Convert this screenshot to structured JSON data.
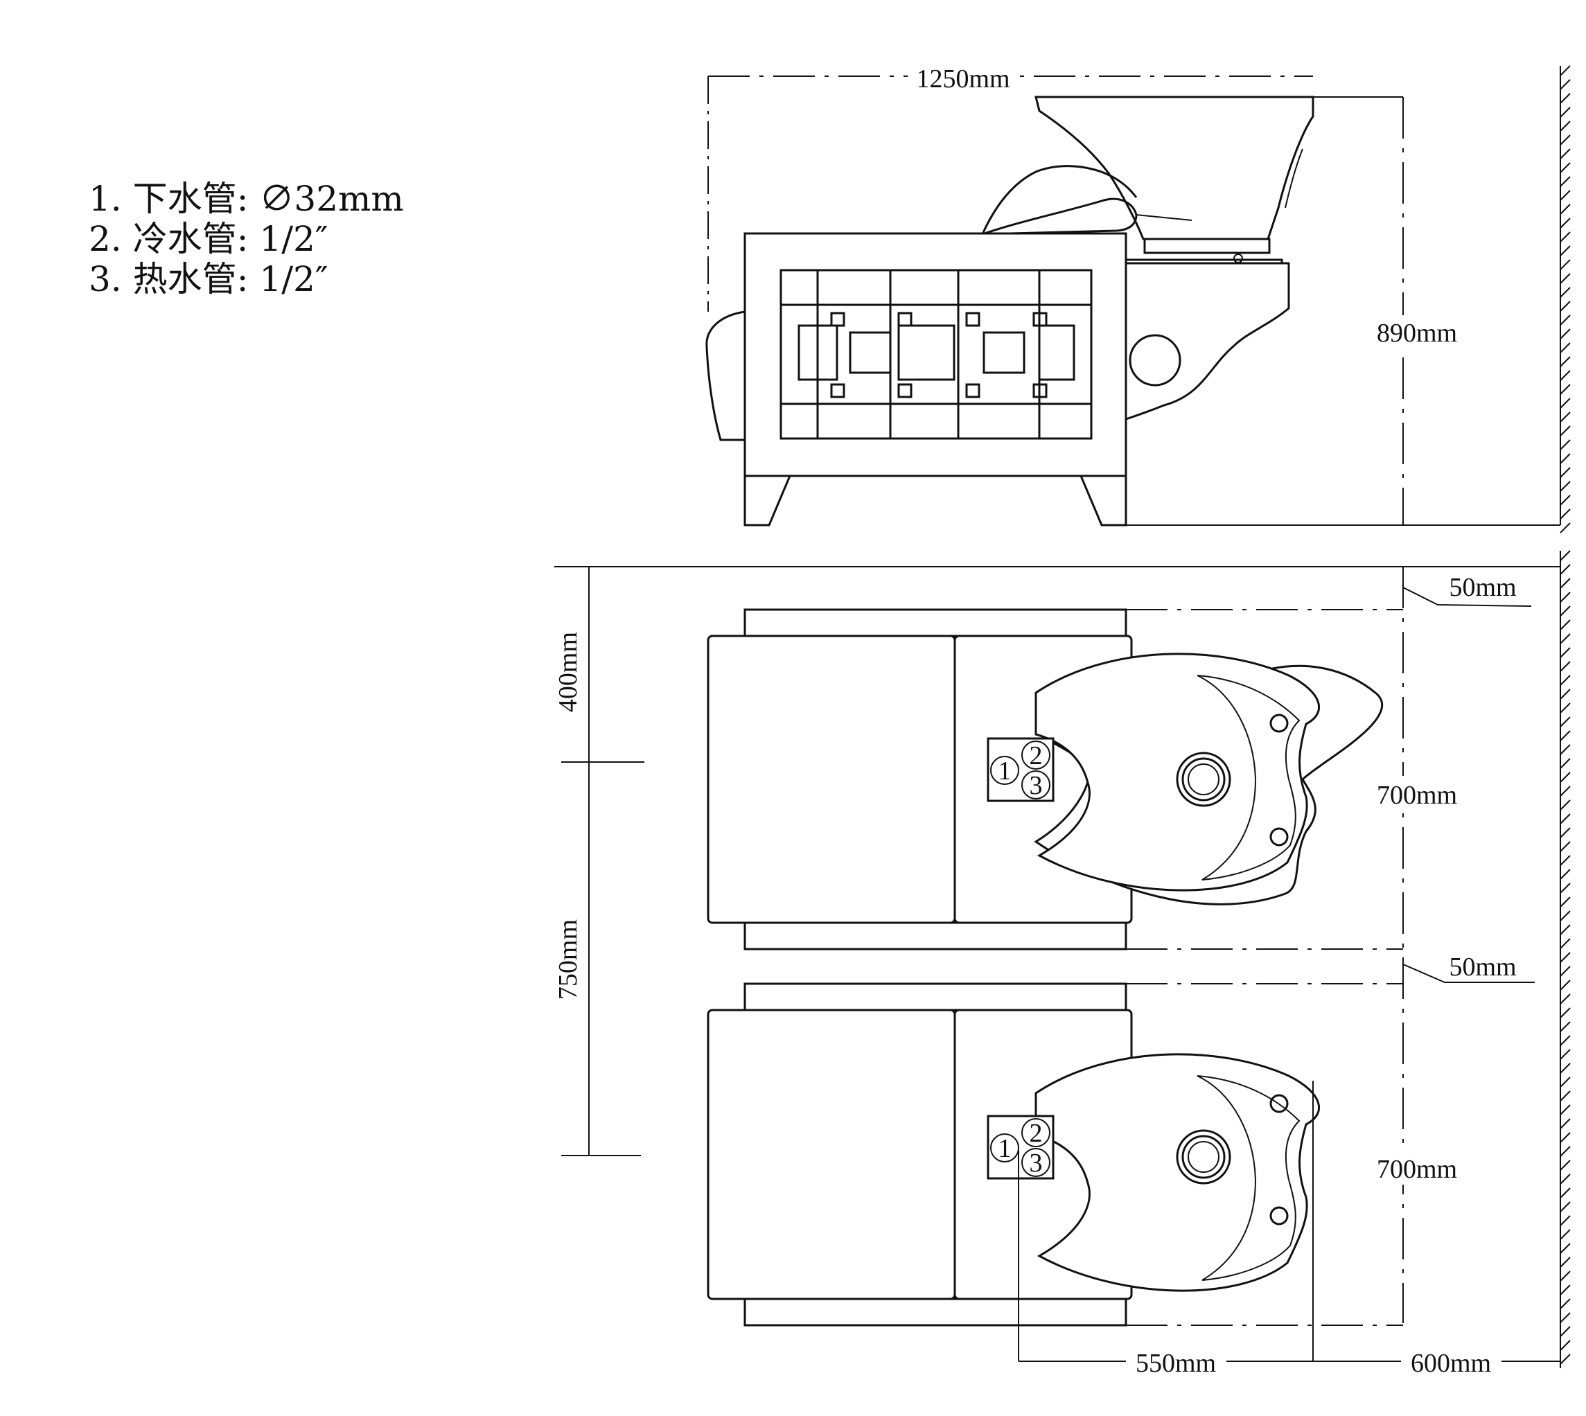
{
  "legend": [
    {
      "num": "1.",
      "name": "下水管:",
      "value": "∅32mm"
    },
    {
      "num": "2.",
      "name": "冷水管:",
      "value": "1/2″"
    },
    {
      "num": "3.",
      "name": "热水管:",
      "value": "1/2″"
    }
  ],
  "dimensions": {
    "total_length": "1250mm",
    "height": "890mm",
    "gap_top": "50mm",
    "gap_mid": "50mm",
    "depth_1": "700mm",
    "depth_2": "700mm",
    "offset_400": "400mm",
    "pitch_750": "750mm",
    "len_550": "550mm",
    "len_600": "600mm"
  },
  "pipe_markers": {
    "drain": "1",
    "cold": "2",
    "hot": "3"
  }
}
